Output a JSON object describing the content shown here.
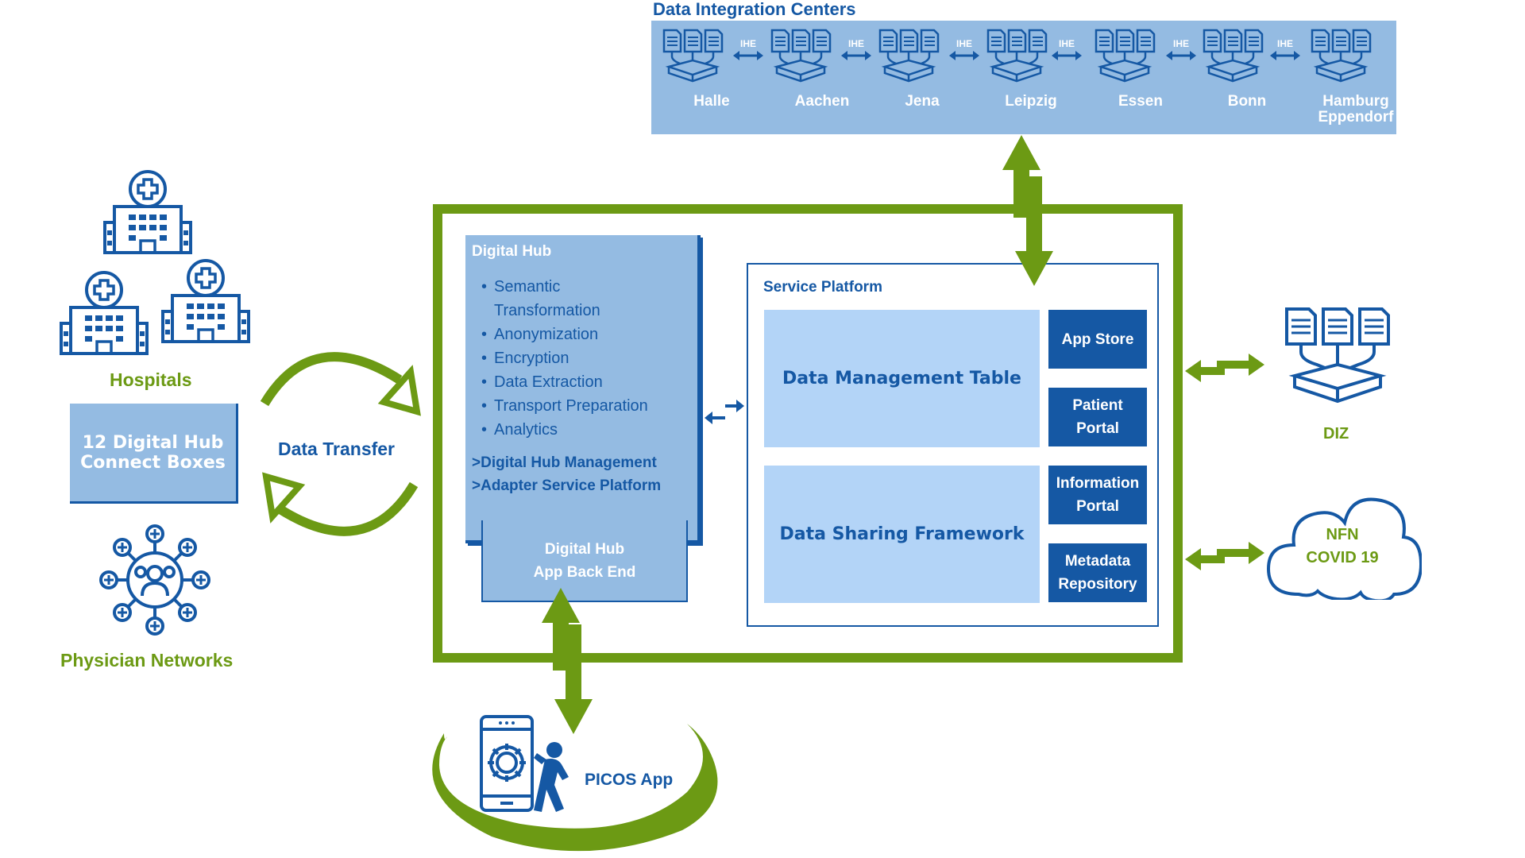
{
  "data_integration_centers": {
    "title": "Data Integration Centers",
    "cities": [
      "Halle",
      "Aachen",
      "Jena",
      "Leipzig",
      "Essen",
      "Bonn",
      "Hamburg\nEppendorf"
    ],
    "link_label": "IHE"
  },
  "hospitals": {
    "label": "Hospitals"
  },
  "connect_boxes": {
    "label": "12 Digital Hub\nConnect Boxes"
  },
  "physician_networks": {
    "label": "Physician Networks"
  },
  "data_transfer": {
    "label": "Data Transfer"
  },
  "digital_hub": {
    "title": "Digital Hub",
    "bullets": [
      "Semantic\nTransformation",
      "Anonymization",
      "Encryption",
      "Data Extraction",
      "Transport Preparation",
      "Analytics"
    ],
    "links": [
      ">Digital Hub Management",
      ">Adapter Service Platform"
    ],
    "backend": "Digital Hub\nApp Back End"
  },
  "service_platform": {
    "title": "Service Platform",
    "panels": [
      "Data Management Table",
      "Data Sharing Framework"
    ],
    "buttons": [
      "App Store",
      "Patient\nPortal",
      "Information\nPortal",
      "Metadata\nRepository"
    ]
  },
  "diz": {
    "label": "DIZ"
  },
  "nfn": {
    "label": "NFN\nCOVID 19"
  },
  "picos": {
    "label": "PICOS App"
  },
  "colors": {
    "green": "#6c9a14",
    "blue": "#1558a4",
    "light_blue": "#94bbe2",
    "pale_blue": "#b3d4f7"
  }
}
